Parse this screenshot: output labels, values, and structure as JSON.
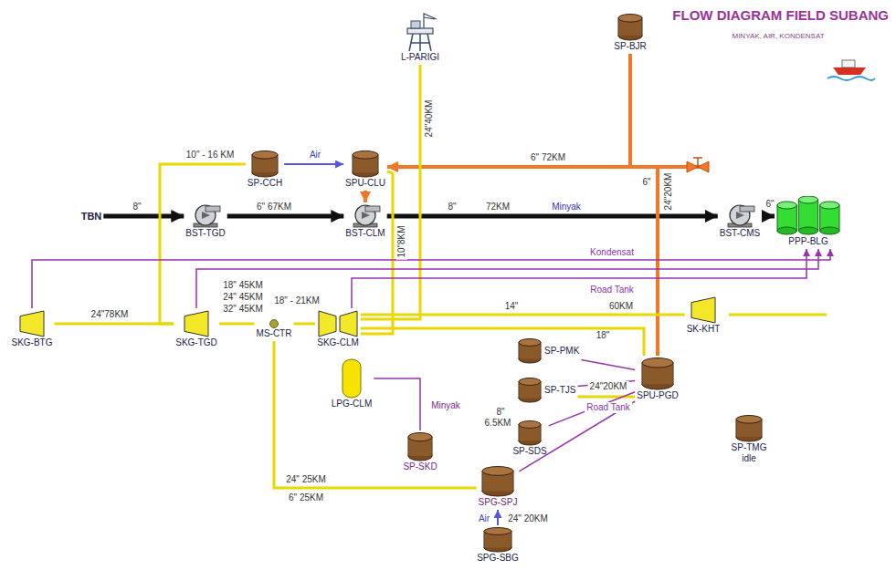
{
  "diagram": {
    "title": "FLOW DIAGRAM FIELD SUBANG",
    "nodes": [
      {
        "text": [
          "L-PARIGI"
        ]
      },
      {
        "text": [
          "SP-BJR"
        ]
      },
      {
        "text": [
          "SP-CCH"
        ]
      },
      {
        "text": [
          "SPU-CLU"
        ]
      },
      {
        "text": [
          "TBN"
        ]
      },
      {
        "text": [
          "BST-TGD"
        ]
      },
      {
        "text": [
          "BST-CLM"
        ]
      },
      {
        "text": [
          "BST-CMS"
        ]
      },
      {
        "text": [
          "PPP-BLG"
        ]
      },
      {
        "text": [
          "SKG-BTG"
        ]
      },
      {
        "text": [
          "SKG-TGD"
        ]
      },
      {
        "text": [
          "MS-CTR"
        ]
      },
      {
        "text": [
          "SKG-CLM"
        ]
      },
      {
        "text": [
          "SK-KHT"
        ]
      },
      {
        "text": [
          "LPG-CLM"
        ]
      },
      {
        "text": [
          "SP-PMK"
        ]
      },
      {
        "text": [
          "SP-TJS"
        ]
      },
      {
        "text": [
          "SPU-PGD"
        ]
      },
      {
        "text": [
          "SP-SDS"
        ]
      },
      {
        "text": [
          "SP-SKD"
        ]
      },
      {
        "text": [
          "SP-TMG",
          "idle"
        ]
      },
      {
        "text": [
          "SPG-SPJ"
        ]
      },
      {
        "text": [
          "SPG-SBG"
        ]
      }
    ],
    "edges": [
      {
        "from": 4,
        "to": 5,
        "arrow": "to",
        "label": "8\""
      },
      {
        "from": 5,
        "to": 6,
        "arrow": "to",
        "label": "6\" 67KM"
      },
      {
        "from": 6,
        "to": 7,
        "arrow": "to",
        "label": "8\""
      },
      {
        "from": 7,
        "to": 8,
        "arrow": "to",
        "label": "6\""
      },
      {
        "from": 3,
        "to": 6,
        "arrow": "to"
      },
      {
        "from": 2,
        "to": 3,
        "arrow": "to",
        "label": "Air"
      },
      {
        "from": 17,
        "to": 3,
        "arrow": "to",
        "label": "6\" 72KM"
      },
      {
        "from": 1,
        "to": 3,
        "arrow": "to"
      },
      {
        "from": 0,
        "to": 12,
        "arrow": "none",
        "label": "24\"40KM"
      },
      {
        "from": 2,
        "to": 10,
        "arrow": "none",
        "label": "10\" - 16 KM"
      },
      {
        "from": 3,
        "to": 12,
        "arrow": "none",
        "label": "10\"8KM"
      },
      {
        "from": 12,
        "to": 11,
        "arrow": "none",
        "label": "18\" - 21KM"
      },
      {
        "from": 11,
        "to": 10,
        "arrow": "none",
        "label": "24\" 45KM"
      },
      {
        "from": 10,
        "to": 9,
        "arrow": "none",
        "label": "24\"78KM"
      },
      {
        "from": 13,
        "to": 12,
        "arrow": "none",
        "label": "14\""
      },
      {
        "from": 17,
        "to": 12,
        "arrow": "none",
        "label": "18\""
      },
      {
        "from": 16,
        "to": 17,
        "arrow": "none",
        "label": "24\"20KM"
      },
      {
        "from": 22,
        "to": 21,
        "arrow": "to",
        "label": "Air"
      },
      {
        "from": 11,
        "to": 21,
        "arrow": "none",
        "label": "24\" 25KM"
      },
      {
        "from": 9,
        "to": 8,
        "arrow": "to",
        "label": "Kondensat"
      },
      {
        "from": 10,
        "to": 8,
        "arrow": "to"
      },
      {
        "from": 12,
        "to": 8,
        "arrow": "to"
      },
      {
        "from": 14,
        "to": 19,
        "arrow": "none",
        "label": "Minyak"
      },
      {
        "from": 17,
        "to": 15,
        "arrow": "none"
      },
      {
        "from": 17,
        "to": 16,
        "arrow": "none"
      },
      {
        "from": 17,
        "to": 18,
        "arrow": "none"
      },
      {
        "from": 17,
        "to": 21,
        "arrow": "none"
      }
    ],
    "labels": [
      "MINYAK, AIR, KONDENSAT",
      "72KM",
      "Minyak",
      "6\"",
      "24\"20KM",
      "18\" 45KM",
      "32\" 45KM",
      "60KM",
      "Road Tank",
      "Road Tank",
      "8\"",
      "6.5KM",
      "24\" 20KM",
      "6\" 25KM"
    ]
  }
}
